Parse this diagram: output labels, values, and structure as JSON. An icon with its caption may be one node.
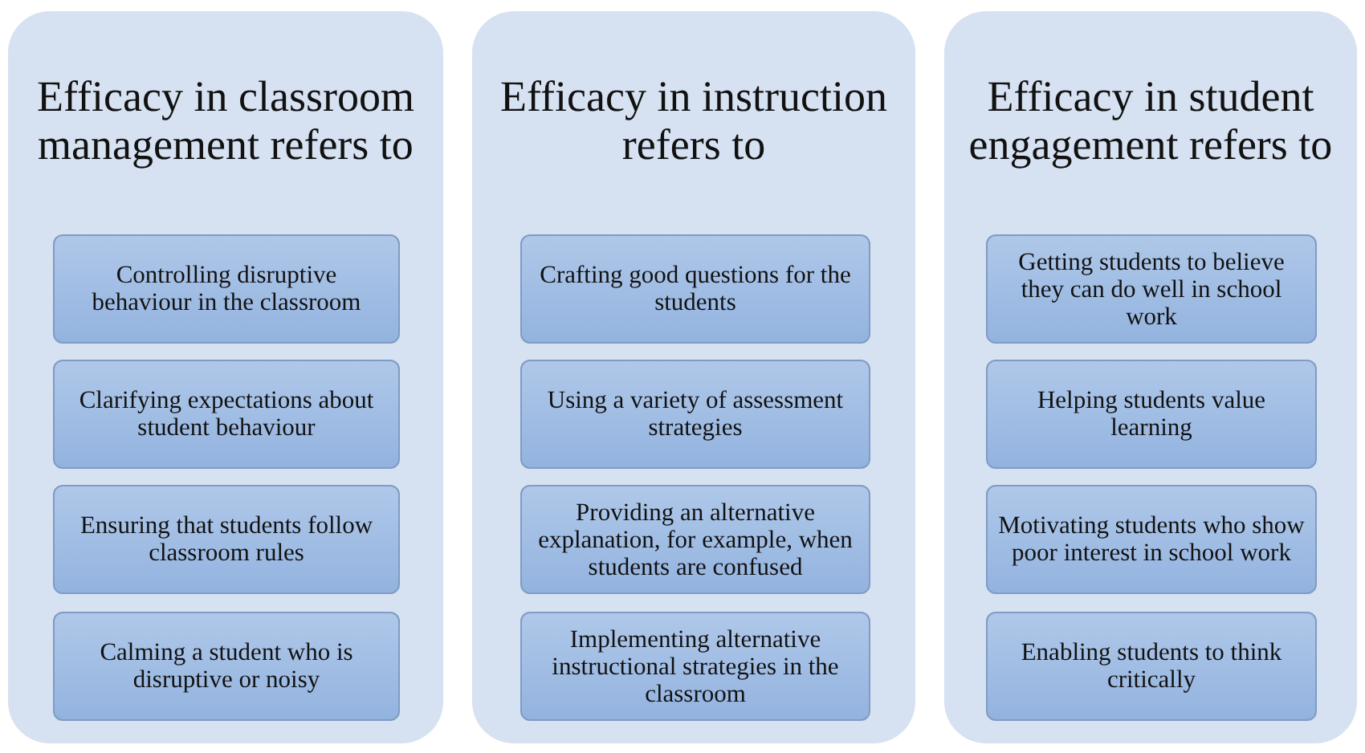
{
  "diagram": {
    "nodes": [
      {
        "text": [
          "Efficacy in classroom management refers to"
        ]
      },
      {
        "text": [
          "Controlling disruptive behaviour in the classroom"
        ],
        "in": 0
      },
      {
        "text": [
          "Clarifying expectations about student behaviour"
        ],
        "in": 0
      },
      {
        "text": [
          "Ensuring that students follow classroom rules"
        ],
        "in": 0
      },
      {
        "text": [
          "Calming a student who is disruptive or noisy"
        ],
        "in": 0
      },
      {
        "text": [
          "Efficacy in instruction refers to"
        ]
      },
      {
        "text": [
          "Crafting good questions for the students"
        ],
        "in": 5
      },
      {
        "text": [
          "Using a variety of assessment strategies"
        ],
        "in": 5
      },
      {
        "text": [
          "Providing an alternative explanation, for example, when students are confused"
        ],
        "in": 5
      },
      {
        "text": [
          "Implementing alternative instructional strategies in the classroom"
        ],
        "in": 5
      },
      {
        "text": [
          "Efficacy in student engagement refers to"
        ]
      },
      {
        "text": [
          "Getting students to believe they can do well in school work"
        ],
        "in": 10
      },
      {
        "text": [
          "Helping students value learning"
        ],
        "in": 10
      },
      {
        "text": [
          "Motivating students who show poor interest in school work"
        ],
        "in": 10
      },
      {
        "text": [
          "Enabling students to think critically"
        ],
        "in": 10
      }
    ],
    "edges": []
  }
}
